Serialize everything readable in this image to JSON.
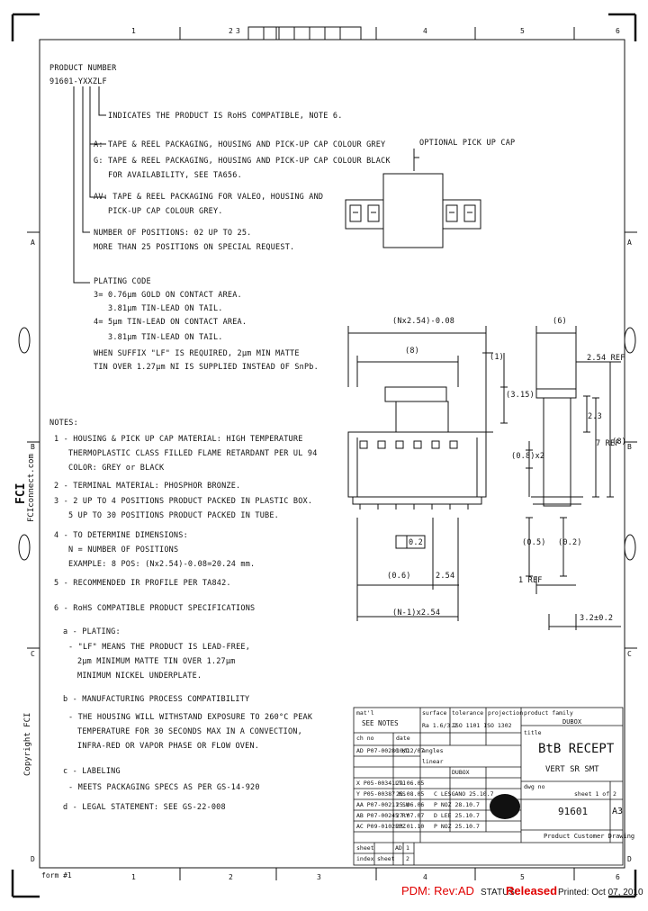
{
  "colors": {
    "line": "#111111",
    "pdm": "#e00000"
  },
  "frame": {
    "top_cols": [
      "1",
      "2",
      "3",
      "4",
      "5",
      "6"
    ],
    "bottom_cols": [
      "1",
      "2",
      "3",
      "4",
      "5",
      "6"
    ],
    "rows": [
      "A",
      "B",
      "C",
      "D"
    ],
    "corner_note": "form #1"
  },
  "product_number": {
    "title": "PRODUCT NUMBER",
    "code": "91601-YXXZLF",
    "lf_note": "INDICATES THE PRODUCT IS RoHS COMPATIBLE, NOTE 6.",
    "y_options": [
      "A: TAPE & REEL PACKAGING, HOUSING AND PICK-UP CAP COLOUR GREY",
      "G: TAPE & REEL PACKAGING, HOUSING AND PICK-UP CAP COLOUR BLACK",
      "FOR AVAILABILITY, SEE TA656.",
      "AV: TAPE & REEL PACKAGING FOR VALEO, HOUSING AND",
      "PICK-UP CAP COLOUR GREY."
    ],
    "positions": [
      "NUMBER OF POSITIONS: 02 UP TO 25.",
      "MORE THAN 25 POSITIONS ON SPECIAL REQUEST."
    ],
    "plating_title": "PLATING CODE",
    "plating": [
      "3= 0.76µm GOLD ON CONTACT AREA.",
      "3.81µm TIN-LEAD ON TAIL.",
      "4= 5µm TIN-LEAD ON CONTACT AREA.",
      "3.81µm TIN-LEAD ON TAIL.",
      "WHEN SUFFIX \"LF\" IS REQUIRED, 2µm MIN MATTE",
      "TIN OVER 1.27µm NI IS SUPPLIED INSTEAD OF SnPb."
    ]
  },
  "notes": {
    "title": "NOTES:",
    "items": [
      "1 - HOUSING & PICK UP CAP MATERIAL: HIGH TEMPERATURE",
      "THERMOPLASTIC CLASS FILLED FLAME RETARDANT PER UL 94",
      "COLOR: GREY or BLACK",
      "2 - TERMINAL MATERIAL: PHOSPHOR BRONZE.",
      "3 - 2 UP TO 4 POSITIONS PRODUCT PACKED IN PLASTIC BOX.",
      "5 UP TO 30 POSITIONS PRODUCT PACKED IN TUBE.",
      "4 - TO DETERMINE DIMENSIONS:",
      "N = NUMBER OF POSITIONS",
      "EXAMPLE: 8 POS: (Nx2.54)-0.08=20.24 mm.",
      "5 - RECOMMENDED IR PROFILE PER TA842.",
      "6 - RoHS COMPATIBLE PRODUCT SPECIFICATIONS"
    ],
    "sub": [
      "a - PLATING:",
      "- \"LF\" MEANS THE PRODUCT IS LEAD-FREE,",
      "2µm MINIMUM MATTE TIN OVER 1.27µm",
      "MINIMUM NICKEL UNDERPLATE.",
      "b - MANUFACTURING PROCESS COMPATIBILITY",
      "- THE HOUSING WILL WITHSTAND EXPOSURE TO 260°C PEAK",
      "TEMPERATURE FOR 30 SECONDS MAX IN A CONVECTION,",
      "INFRA-RED OR VAPOR PHASE OR FLOW OVEN.",
      "c - LABELING",
      "- MEETS PACKAGING SPECS AS PER GS-14-920",
      "d - LEGAL STATEMENT: SEE GS-22-008"
    ]
  },
  "dims": {
    "cap": "OPTIONAL PICK UP CAP",
    "overall": "(Nx2.54)-0.08",
    "eight": "(8)",
    "six": "(6)",
    "one": "(1)",
    "three15": "(3.15)",
    "ref254": "2.54 REF",
    "ref23": "2.3",
    "ref7": "7 REF",
    "ref8": "(8)",
    "x2": "(0.8)x2",
    "flat": "0.2",
    "c06": "(0.6)",
    "p254": "2.54",
    "n1": "(N-1)x2.54",
    "ref1": "1 REF",
    "d05": "(0.5)",
    "d02": "(0.2)",
    "d32": "3.2±0.2"
  },
  "side_text": {
    "url": "FCIconnect.com",
    "copyright": "Copyright  FCI",
    "logo": "FCI"
  },
  "title_block": {
    "mat_label": "mat'l",
    "mat_value": "SEE NOTES",
    "surface_label": "surface",
    "surface_value": "Ra 1.6/3.2",
    "tol_label": "tolerance",
    "tol_value": "ISO 1101  ISO 1302",
    "proj_label": "projection",
    "pf_label": "product family",
    "pf_value": "DUBOX",
    "title_label": "title",
    "title_1": "BtB RECEPT",
    "title_2": "VERT SR SMT",
    "dwg_label": "dwg no",
    "dwg_no": "91601",
    "sheet_label": "sheet 1 of 2",
    "size": "A3",
    "type": "Product Customer Drawing",
    "rev_header": [
      "ch no",
      "date",
      "angles",
      "linear"
    ],
    "revs": [
      [
        "AD P07-00280 KD",
        "10/12/07"
      ],
      [
        "X P05-00341LTJ",
        "29.06.05"
      ],
      [
        "Y P05-00387 KS",
        "25.08.05"
      ],
      [
        "AA P07-00211 SU",
        "25.06.06"
      ],
      [
        "AB P07-00245 RY",
        "27.07.07"
      ],
      [
        "AC P09-0102FPZ",
        "23.01.10"
      ]
    ],
    "right_rows": [
      "DUBOX",
      "C LESGANO 25.10.7",
      "P NOZ 28.10.7",
      "D LEE 25.10.7",
      "P NOZ 25.10.7"
    ],
    "bottom_left": [
      "sheet",
      "index",
      "sheet",
      "AD",
      "1",
      "2"
    ]
  },
  "footer": {
    "pdm_label": "PDM: Rev:AD",
    "status_label": "STATUS",
    "status_value": "Released",
    "printed": "Printed: Oct 07, 2010"
  }
}
